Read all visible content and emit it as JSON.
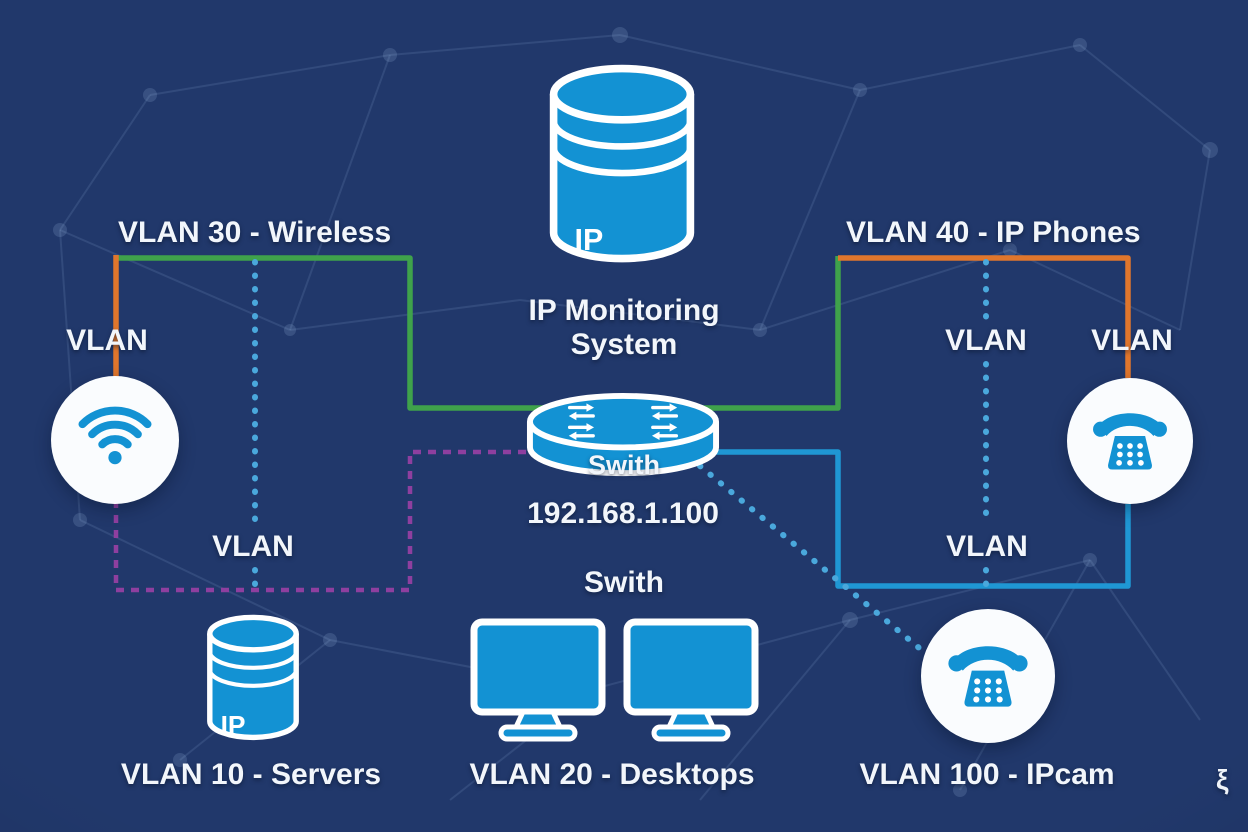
{
  "colors": {
    "background": "#21386b",
    "icon_blue": "#1392d3",
    "white": "#ffffff",
    "text": "#f2f6fb",
    "line_green": "#3fa24b",
    "line_orange": "#e0762c",
    "line_purple": "#8e3f9f",
    "line_blue": "#1f97d4",
    "line_dotted": "#4aa8dc"
  },
  "monitoring": {
    "title_line1": "IP Monitoring",
    "title_line2": "System",
    "cylinder_text": "IP"
  },
  "switch": {
    "label": "Swith",
    "ip_address": "192.168.1.100",
    "sublabel": "Swith"
  },
  "wireless": {
    "heading": "VLAN 30 - Wireless",
    "node_label": "VLAN"
  },
  "ip_phones": {
    "heading": "VLAN 40 - IP Phones",
    "node_label_inner": "VLAN",
    "node_label_outer": "VLAN"
  },
  "servers": {
    "heading": "VLAN 10 - Servers",
    "node_label": "VLAN",
    "cylinder_text": "IP"
  },
  "desktops": {
    "heading": "VLAN 20 - Desktops"
  },
  "ipcam": {
    "heading": "VLAN 100 - IPcam",
    "node_label": "VLAN"
  },
  "footer": {
    "corner_glyph": "ξ"
  }
}
